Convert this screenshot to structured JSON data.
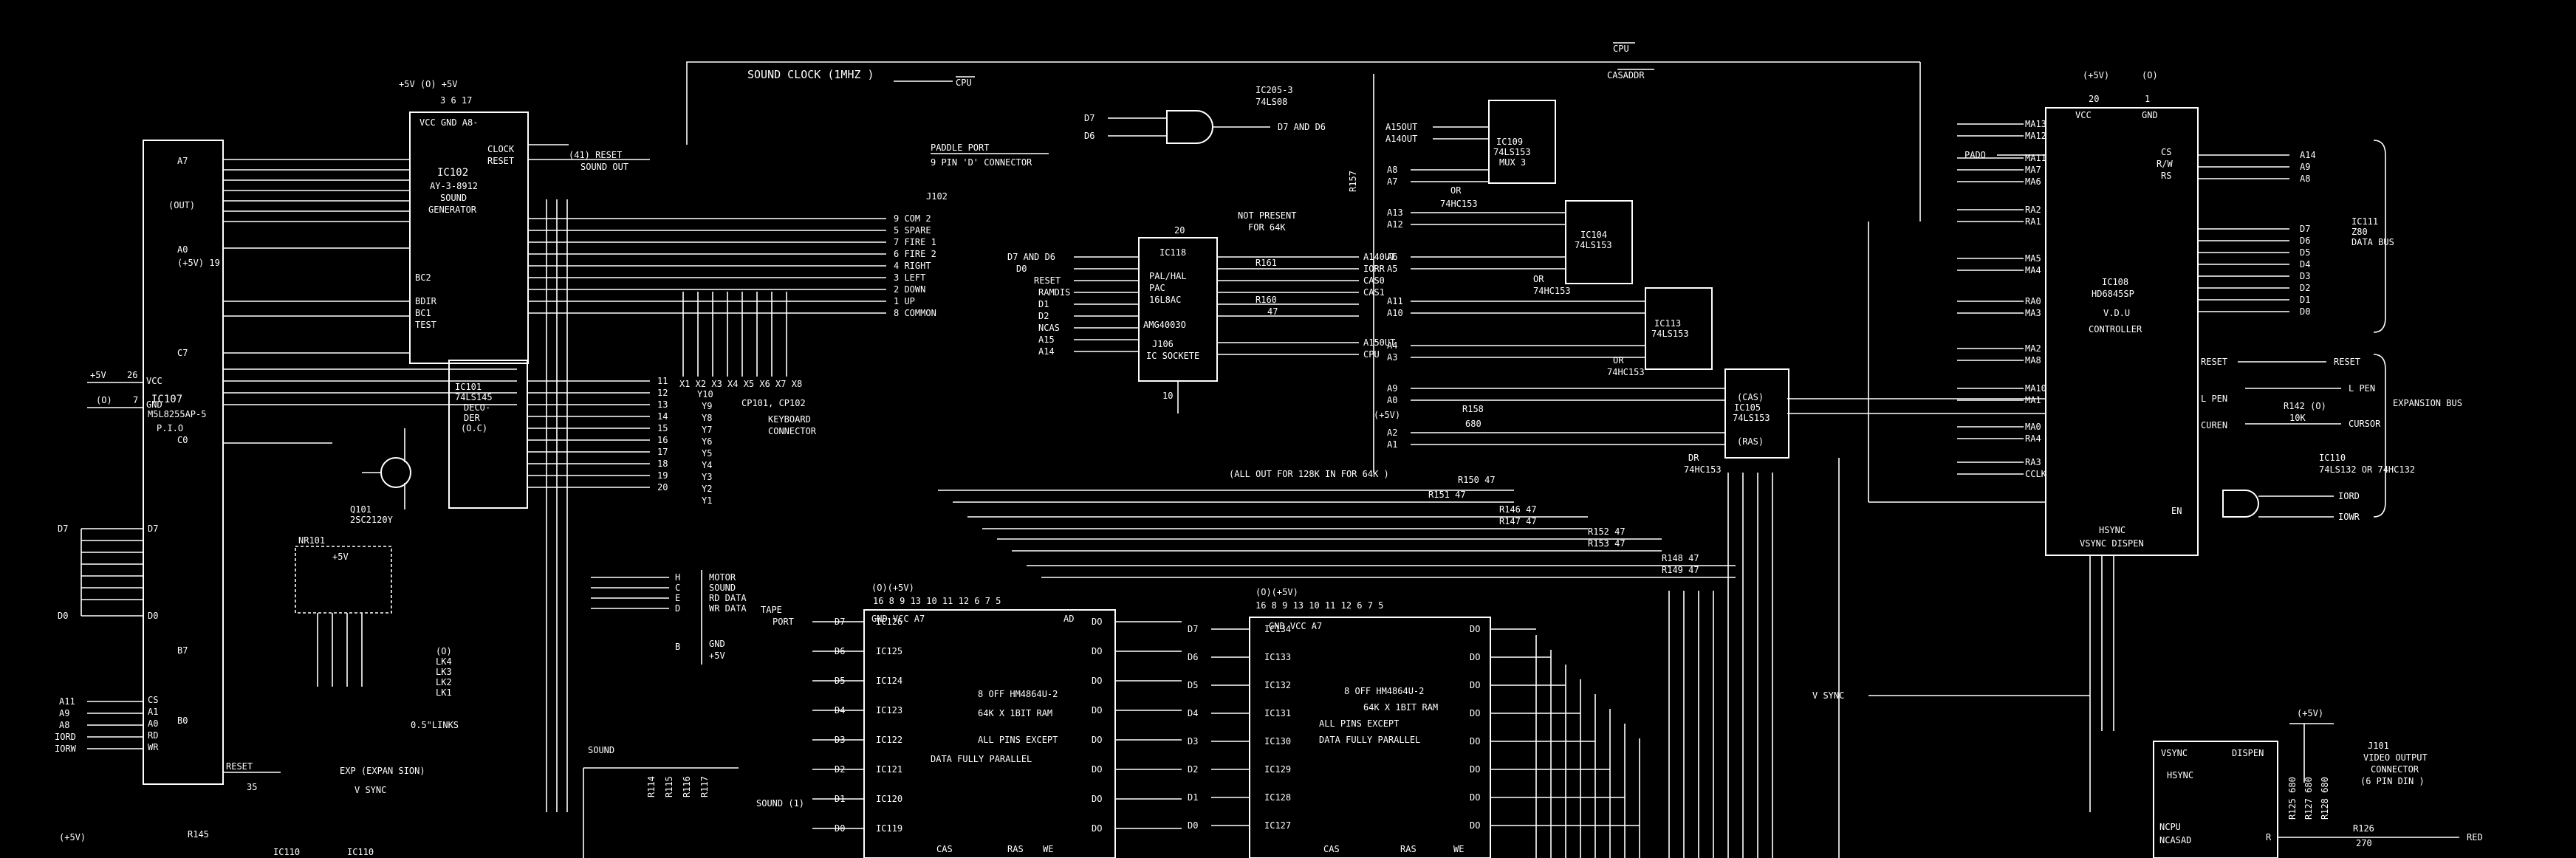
{
  "header": {
    "sound_clock": "SOUND  CLOCK (1MHZ )",
    "cpu_top": "CPU",
    "cpu_signal": "CPU",
    "casaddr": "CASADDR",
    "paddle_port": "PADDLE PORT",
    "paddle_connector": "9 PIN 'D' CONNECTOR",
    "d7_d6": "D7 AND D6"
  },
  "chips": {
    "ic107": {
      "name": "IC107",
      "part": "M5L8255AP-5",
      "desc": "P.I.O",
      "vcc": "VCC",
      "gnd": "GND",
      "plus5": "+5V",
      "pin_vcc": "26",
      "pin_gnd": "7",
      "zero": "(O)"
    },
    "ic102": {
      "name": "IC102",
      "part": "AY-3-8912",
      "desc1": "SOUND",
      "desc2": "GENERATOR",
      "top": "VCC GND A8-",
      "supply": "+5V (O)  +5V",
      "pins_top": "3   6  17",
      "clock": "CLOCK",
      "reset": "RESET",
      "bc2": "BC2",
      "bdir": "BDIR",
      "bc1": "BC1",
      "test": "TEST"
    },
    "ic101": {
      "name": "IC101",
      "part": "74LS145",
      "desc1": "DECO-",
      "desc2": "DER",
      "desc3": "(O.C)"
    },
    "q101": {
      "name": "Q101",
      "part": "2SC2120Y"
    },
    "ic205": {
      "name": "IC205-3",
      "part": "74LS08"
    },
    "ic118": {
      "name": "IC118",
      "l1": "PAL/HAL",
      "l2": "PAC",
      "l3": "16L8AC",
      "l4": "AMG4003O",
      "l5": "J106",
      "l6": "IC SOCKETE",
      "pin20": "20",
      "pin10": "10"
    },
    "ic109": {
      "name": "IC109",
      "part": "74LS153",
      "desc": "MUX 3",
      "alt": "OR",
      "alt_part": "74HC153"
    },
    "ic104": {
      "name": "IC104",
      "part": "74LS153",
      "alt": "OR",
      "alt_part": "74HC153"
    },
    "ic113": {
      "name": "IC113",
      "part": "74LS153",
      "alt": "OR",
      "alt_part": "74HC153"
    },
    "ic105": {
      "name": "IC105",
      "part": "74LS153",
      "alt": "DR",
      "alt_part": "74HC153",
      "cas": "(CAS)",
      "ras": "(RAS)"
    },
    "ic108": {
      "name": "IC108",
      "part": "HD6845SP",
      "desc1": "V.D.U",
      "desc2": "CONTROLLER",
      "vcc": "VCC",
      "gnd": "GND",
      "plus5": "(+5V)",
      "zero": "(O)",
      "pin20": "20",
      "pin1": "1",
      "hsync": "HSYNC",
      "vsync_dispen": "VSYNC DISPEN"
    },
    "ic110": {
      "name": "IC110",
      "part": "74LS132  OR  74HC132"
    },
    "ic111": {
      "name": "IC111",
      "desc1": "Z80",
      "desc2": "DATA BUS"
    },
    "ram_left": {
      "header": "GND VCC  A7",
      "ad": "AD",
      "note1": "8 OFF   HM4864U-2",
      "note2": "64K X  1BIT RAM",
      "note3": "ALL PINS EXCEPT",
      "note4": "DATA FULLY PARALLEL",
      "cas": "CAS",
      "ras": "RAS",
      "we": "WE",
      "supply": "(O)(+5V)",
      "pins": "16  8   9 13 10 11 12  6  7  5"
    },
    "ram_right": {
      "header": "GND VCC  A7",
      "note1": "8 OFF  HM4864U-2",
      "note2": "64K X  1BIT RAM",
      "note3": "ALL PINS EXCEPT",
      "note4": "DATA FULLY PARALLEL",
      "cas": "CAS",
      "ras": "RAS",
      "we": "WE",
      "supply": "(O)(+5V)",
      "pins": "16  8   9 13 10 11 12  6  7  5"
    }
  },
  "ram_left_ics": [
    "IC126",
    "IC125",
    "IC124",
    "IC123",
    "IC122",
    "IC121",
    "IC120",
    "IC119"
  ],
  "ram_right_ics": [
    "IC134",
    "IC133",
    "IC132",
    "IC131",
    "IC130",
    "IC129",
    "IC128",
    "IC127"
  ],
  "data_lines": [
    "D7",
    "D6",
    "D5",
    "D4",
    "D3",
    "D2",
    "D1",
    "D0"
  ],
  "j102": {
    "name": "J102",
    "pins": [
      "9 COM 2",
      "5 SPARE",
      "7 FIRE 1",
      "6 FIRE 2",
      "4 RIGHT",
      "3 LEFT",
      "2 DOWN",
      "1 UP",
      "8 COMMON"
    ]
  },
  "keyboard": {
    "label1": "KEYBOARD",
    "label2": "CONNECTOR",
    "name": "CP101, CP102",
    "xlabels": "X1  X2  X3  X4  X5  X6  X7  X8"
  },
  "keyboard_y": [
    "Y10",
    "Y9",
    "Y8",
    "Y7",
    "Y6",
    "Y5",
    "Y4",
    "Y3",
    "Y2",
    "Y1"
  ],
  "decoder_out": [
    "11",
    "12",
    "13",
    "14",
    "15",
    "16",
    "17",
    "18",
    "19",
    "20"
  ],
  "tape": {
    "label1": "TAPE",
    "label2": "PORT",
    "signals": [
      "MOTOR",
      "SOUND",
      "RD DATA",
      "WR DATA",
      "GND",
      "+5V"
    ],
    "letters": [
      "H",
      "C",
      "E",
      "D",
      "B"
    ]
  },
  "links": {
    "name": "NR101",
    "plus5": "+5V",
    "labels": [
      "LK4",
      "LK3",
      "LK2",
      "LK1"
    ],
    "note": "0.5\"LINKS",
    "zero": "(O)"
  },
  "ic118_outputs": [
    "A140UT",
    "IORR",
    "CAS0",
    "CAS1",
    "A150UT",
    "CPU"
  ],
  "ic118_inputs": [
    "D7 AND D6",
    "D0",
    "RESET",
    "RAMDIS",
    "D1",
    "D2",
    "NCAS",
    "A15",
    "A14"
  ],
  "ic118_resistors": {
    "r161": "R161",
    "r160": "R160",
    "val": "47"
  },
  "not_present": {
    "l1": "NOT PRESENT",
    "l2": "FOR 64K"
  },
  "all_out": "(ALL OUT FOR 128K  IN FOR  64K )",
  "resistors": [
    "R150  47",
    "R151   47",
    "R146    47",
    "R147    47",
    "R152    47",
    "R153    47",
    "R148    47",
    "R149    47"
  ],
  "r157": "R157",
  "r158": {
    "name": "R158",
    "val": "680"
  },
  "mux_inputs": [
    "A15OUT",
    "A14OUT",
    "A8",
    "A7",
    "A13",
    "A12",
    "A6",
    "A5",
    "A11",
    "A10",
    "A4",
    "A3",
    "A9",
    "A0",
    "(+5V)",
    "A2",
    "A1"
  ],
  "vdu_left": [
    "MA13",
    "MA12",
    "MA11",
    "MA7",
    "MA6",
    "RA2",
    "RA1",
    "MA5",
    "MA4",
    "RA0",
    "MA3",
    "MA2",
    "MA8",
    "MA10",
    "MA1",
    "MA0",
    "RA4",
    "RA3",
    "CCLK"
  ],
  "vdu_right": [
    "A14",
    "A9",
    "A8",
    "D7",
    "D6",
    "D5",
    "D4",
    "D3",
    "D2",
    "D1",
    "D0"
  ],
  "vdu_misc": {
    "pado": "PADO",
    "reset": "RESET",
    "lpen": "L PEN",
    "curen": "CUREN",
    "cursor": "CURSOR",
    "en": "EN",
    "r142": "R142 (O)",
    "r142val": "10K",
    "expansion": "EXPANSION  BUS",
    "iord": "IORD",
    "iowr": "IOWR",
    "cs": "CS",
    "rw": "R/W",
    "rs": "RS"
  },
  "video": {
    "vsync_label": "V SYNC",
    "vsync": "VSYNC",
    "dispen": "DISPEN",
    "hsync": "HSYNC",
    "ncpu": "NCPU",
    "ncasad": "NCASAD",
    "plus5": "(+5V)",
    "j101": "J101",
    "out1": "VIDEO OUTPUT",
    "out2": "CONNECTOR",
    "out3": "(6 PIN DIN )",
    "r126": "R126",
    "r126val": "270",
    "red": "RED",
    "r125": "R125 680",
    "r127": "R127 680",
    "r128": "R128 680",
    "R": "R"
  },
  "ic107_pins": {
    "a7": "A7",
    "out": "(OUT)",
    "a0": "A0",
    "c7": "C7",
    "c0": "C0",
    "b7": "B7",
    "b0": "B0",
    "d7": "D7",
    "d0": "D0",
    "cs": "CS",
    "a1": "A1",
    "a0b": "A0",
    "rd": "RD",
    "wr": "WR",
    "reset": "RESET",
    "plus5": "(+5V) 19",
    "pin35": "35"
  },
  "ic107_addr_in": [
    "A11",
    "A9",
    "A8",
    "IORD",
    "IORW"
  ],
  "exp_sign": "EXP (EXPAN SION)",
  "vsync_ic107": "V SYNC",
  "sound": "SOUND",
  "sound_o": "SOUND (1)",
  "sound_out": "SOUND OUT",
  "reset_41": "(41)  RESET",
  "bottom": {
    "plus5": "(+5V)",
    "r145": "R145",
    "ic110a": "IC110",
    "ic110b": "IC110",
    "r114": "R114",
    "r115": "R115",
    "r116": "R116",
    "r117": "R117"
  }
}
